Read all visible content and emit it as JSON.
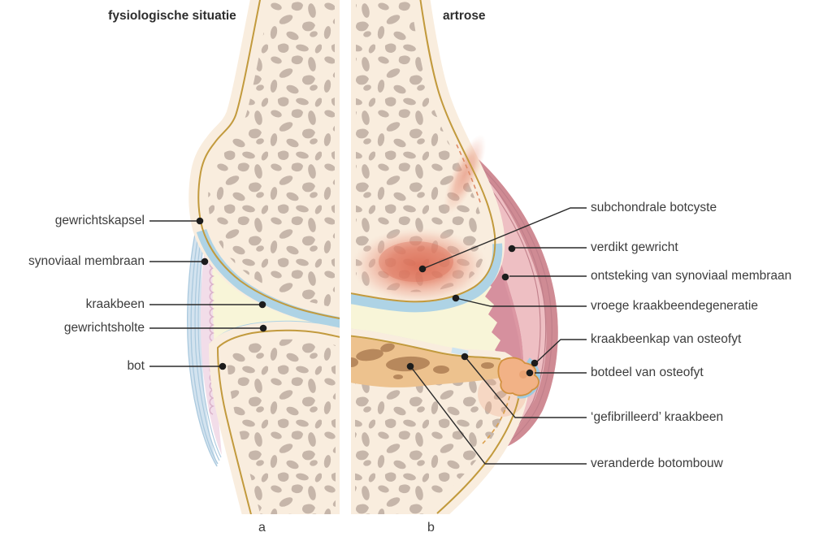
{
  "figure_titles": {
    "left": "fysiologische situatie",
    "right": "artrose"
  },
  "panel_letters": {
    "a": "a",
    "b": "b"
  },
  "labels_left": [
    "gewrichtskapsel",
    "synoviaal membraan",
    "kraakbeen",
    "gewrichtsholte",
    "bot"
  ],
  "labels_right": [
    "subchondrale botcyste",
    "verdikt gewricht",
    "ontsteking van synoviaal membraan",
    "vroege kraakbeendegeneratie",
    "kraakbeenkap van osteofyt",
    "botdeel van osteofyt",
    "‘gefibrilleerd’ kraakbeen",
    "veranderde botombouw"
  ],
  "colors": {
    "bone_fill": "#f9edde",
    "trabeculae": "#c6b6aa",
    "bone_outline": "#c29a3d",
    "cartilage_blue": "#aed3e5",
    "joint_cavity": "#f8f5d8",
    "capsule_blue": "#d3e3ef",
    "synovial_pink_line": "#dbb3cb",
    "arthritic_capsule_rim": "#cf8b94",
    "inflamed_synovium": "#d6909e",
    "bone_cyst_red": "#dd6f57",
    "osteophyte_orange": "#f2b286",
    "remodeled_bone": "#edc28e",
    "leader_line": "#2a2a2a"
  }
}
